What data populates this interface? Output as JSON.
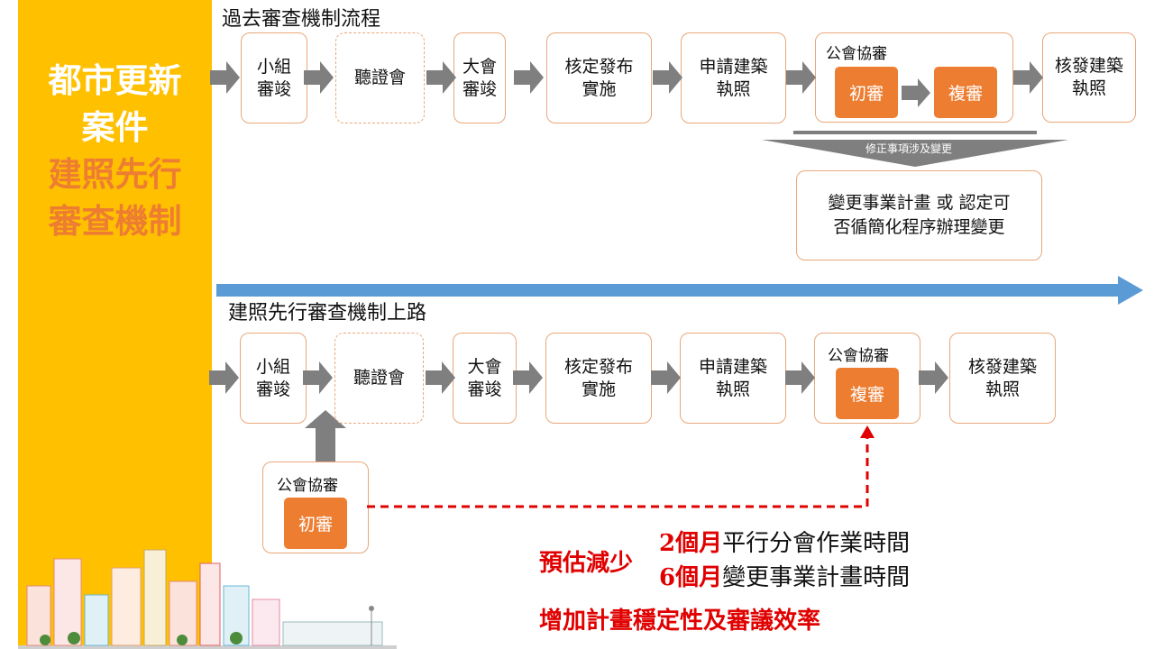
{
  "sidebar": {
    "line1": "都市更新",
    "line2": "案件",
    "line3": "建照先行",
    "line4": "審查機制"
  },
  "past": {
    "heading": "過去審查機制流程",
    "steps": [
      "小組審竣",
      "聽證會",
      "大會審竣",
      "核定發布實施",
      "申請建築執照"
    ],
    "step_lines": [
      [
        "小組",
        "審竣"
      ],
      [
        "聽證會"
      ],
      [
        "大會",
        "審竣"
      ],
      [
        "核定發布",
        "實施"
      ],
      [
        "申請建築",
        "執照"
      ]
    ],
    "guild_label": "公會協審",
    "first_review": "初審",
    "second_review": "複審",
    "final_lines": [
      "核發建築",
      "執照"
    ],
    "change_banner": "修正事項涉及變更",
    "change_lines": [
      "變更事業計畫 或 認定可",
      "否循簡化程序辦理變更"
    ]
  },
  "new": {
    "heading": "建照先行審查機制上路",
    "step_lines": [
      [
        "小組",
        "審竣"
      ],
      [
        "聽證會"
      ],
      [
        "大會",
        "審竣"
      ],
      [
        "核定發布",
        "實施"
      ],
      [
        "申請建築",
        "執照"
      ]
    ],
    "guild_label": "公會協審",
    "second_review": "複審",
    "final_lines": [
      "核發建築",
      "執照"
    ],
    "early_guild_label": "公會協審",
    "early_first_review": "初審"
  },
  "result": {
    "reduce_label": "預估減少",
    "line1_strong": "2個月",
    "line1_rest": "平行分會作業時間",
    "line2_strong": "6個月",
    "line2_rest": "變更事業計畫時間",
    "benefit": "增加計畫穩定性及審議效率"
  },
  "colors": {
    "sidebar": "#FFC000",
    "orange": "#ED7D31",
    "box_border": "#E9A77A",
    "arrow_gray": "#7F7F7F",
    "timeline_blue": "#5B9BD5",
    "red": "#E00000"
  }
}
